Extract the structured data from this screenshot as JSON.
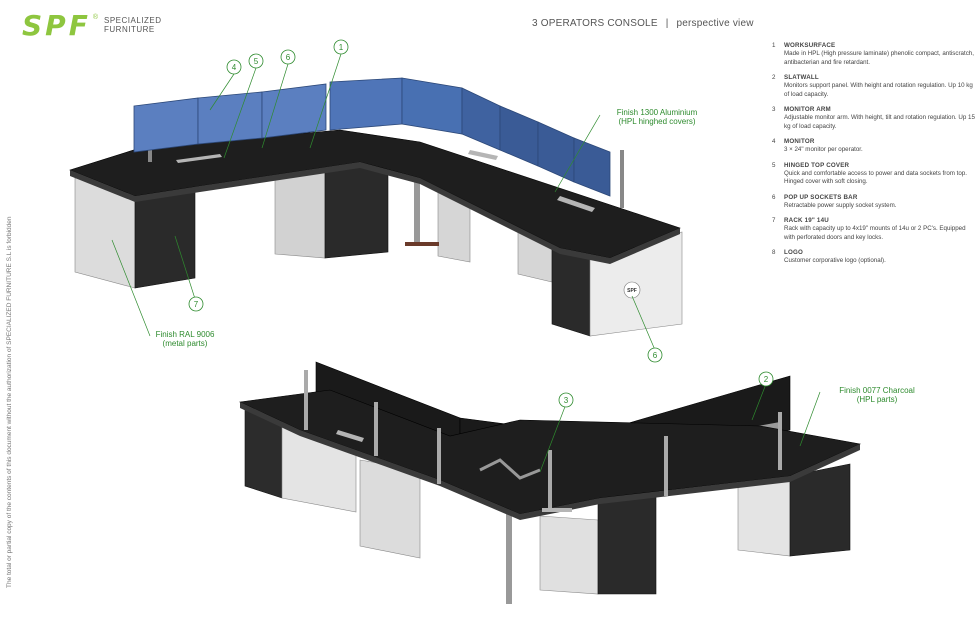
{
  "logo": {
    "mark": "SPF",
    "reg": "®",
    "line1": "SPECIALIZED",
    "line2": "FURNITURE"
  },
  "header": {
    "title": "3 OPERATORS CONSOLE",
    "separator": "|",
    "view": "perspective view"
  },
  "side_note": "The total or partial copy of the contents of this document without the authorization of SPECIALIZED FURNITURE S.L is forbidden",
  "legend": [
    {
      "num": "1",
      "title": "WORKSURFACE",
      "desc": "Made in HPL (High pressure laminate) phenolic compact, antiscratch, antibacterian and fire retardant."
    },
    {
      "num": "2",
      "title": "SLATWALL",
      "desc": "Monitors support panel. With height and rotation regulation. Up 10 kg of load capacity."
    },
    {
      "num": "3",
      "title": "MONITOR ARM",
      "desc": "Adjustable monitor arm. With height, tilt and rotation regulation. Up 15 kg of load capacity."
    },
    {
      "num": "4",
      "title": "MONITOR",
      "desc": "3 × 24\" monitor per operator."
    },
    {
      "num": "5",
      "title": "HINGED TOP COVER",
      "desc": "Quick and comfortable access to power and data sockets from top. Hinged cover with soft closing."
    },
    {
      "num": "6",
      "title": "POP UP SOCKETS BAR",
      "desc": "Retractable power supply socket system."
    },
    {
      "num": "7",
      "title": "RACK 19\" 14U",
      "desc": "Rack with capacity up to 4x19\" mounts of 14u or 2 PC's. Equipped with perforated doors and key locks."
    },
    {
      "num": "8",
      "title": "LOGO",
      "desc": "Customer corporative logo (optional)."
    }
  ],
  "callouts": {
    "aluminium": "Finish 1300 Aluminium\n(HPL hinghed covers)",
    "ral": "Finish RAL 9006\n(metal parts)",
    "charcoal": "Finish 0077 Charcoal\n(HPL parts)"
  },
  "markers": {
    "m1": "1",
    "m2": "2",
    "m3": "3",
    "m4": "4",
    "m5": "5",
    "m6a": "6",
    "m6b": "6",
    "m7": "7"
  },
  "desk_logo": "SPF",
  "colors": {
    "accent": "#8ec63f",
    "callout": "#2e8b2e",
    "monitor": "#5b7fc0",
    "desk": "#1f1f1f",
    "cabinet": "#d8d8d8"
  }
}
